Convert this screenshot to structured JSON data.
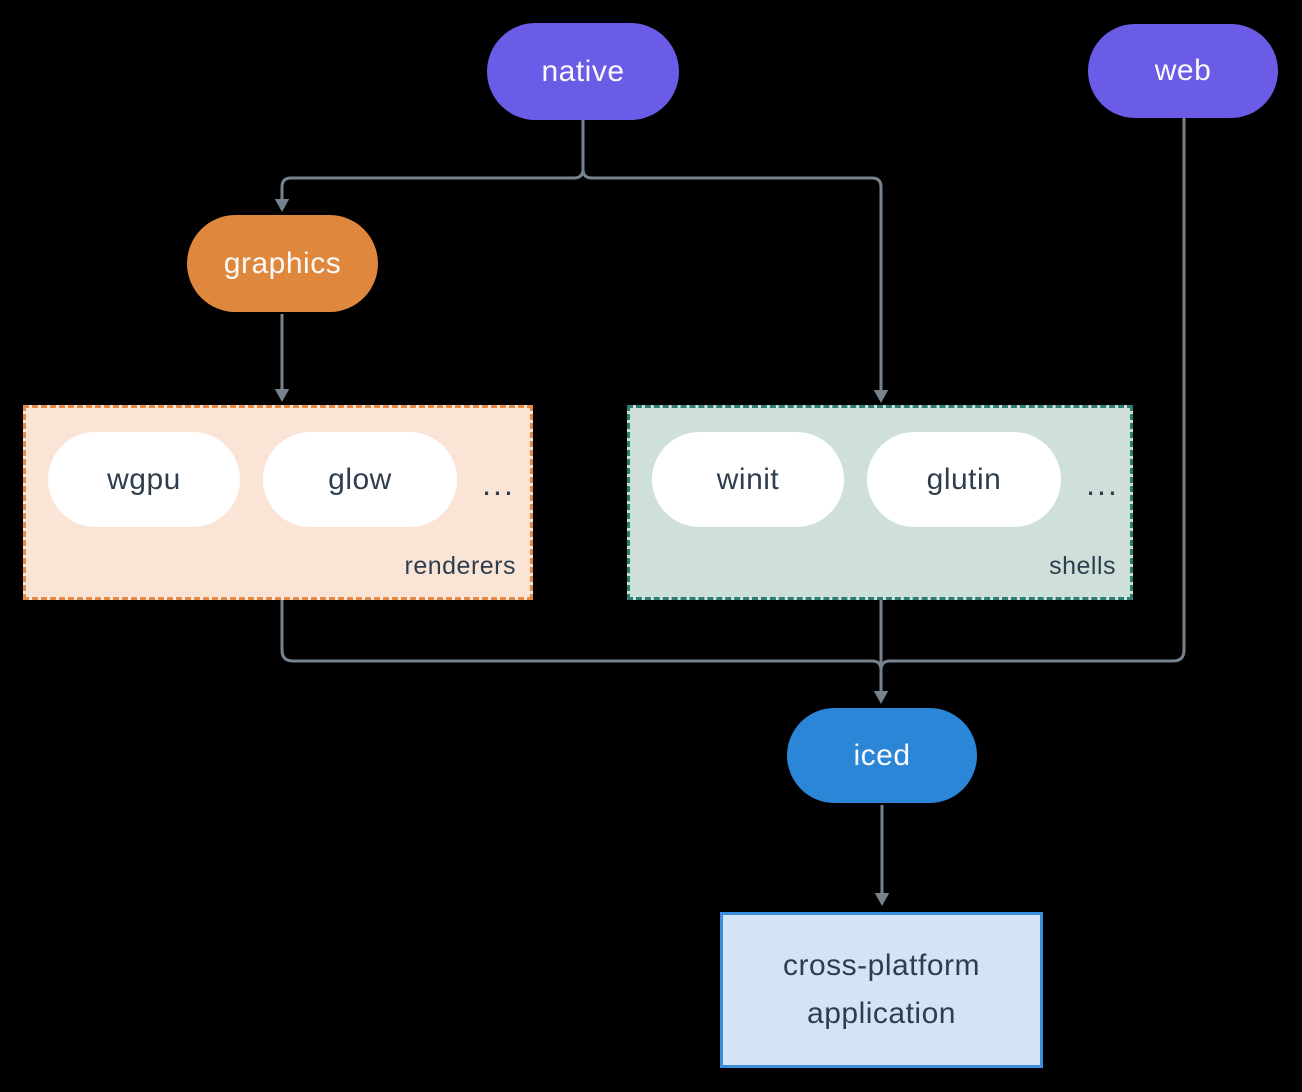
{
  "diagram": {
    "nodes": {
      "native": {
        "label": "native"
      },
      "web": {
        "label": "web"
      },
      "graphics": {
        "label": "graphics"
      },
      "iced": {
        "label": "iced"
      },
      "wgpu": {
        "label": "wgpu"
      },
      "glow": {
        "label": "glow"
      },
      "winit": {
        "label": "winit"
      },
      "glutin": {
        "label": "glutin"
      }
    },
    "groups": {
      "renderers": {
        "label": "renderers",
        "ellipsis": "..."
      },
      "shells": {
        "label": "shells",
        "ellipsis": "..."
      }
    },
    "app_box": {
      "line1": "cross-platform",
      "line2": "application"
    },
    "colors": {
      "purple": "#6A5CE6",
      "orange": "#E0873E",
      "blue": "#2B86D7",
      "peach_fill": "#FAE4D6",
      "peach_border": "#E78A45",
      "sage_fill": "#CFE0DB",
      "sage_border": "#2E7F73",
      "app_fill": "#D4E4F6",
      "app_border": "#3A8EDB",
      "text_dark": "#2E3E4E",
      "text_light": "#FAFAFA",
      "connector": "#76838F",
      "background": "#000000"
    }
  }
}
